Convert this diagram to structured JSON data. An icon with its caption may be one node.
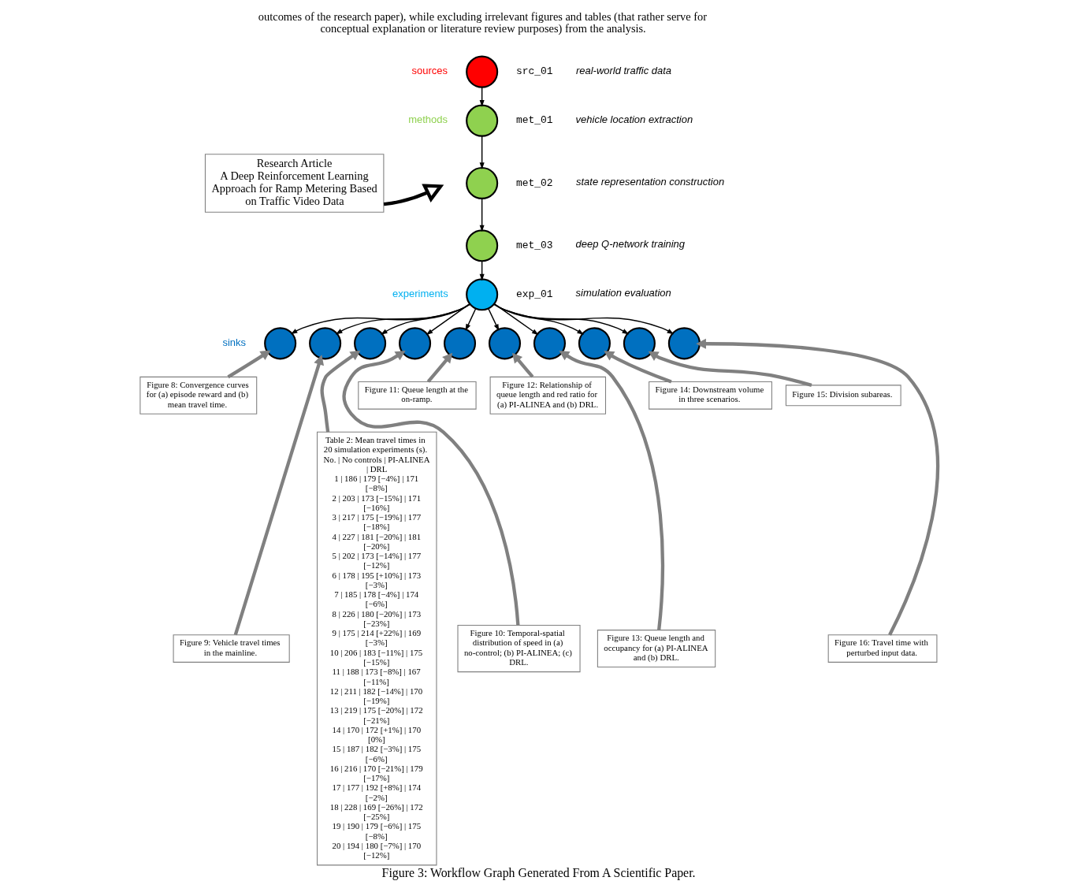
{
  "diagram": {
    "caption": "Figure 3: Workflow Graph Generated From A Scientific Paper.",
    "nodes": [
      {
        "text": [
          "Research Article",
          "A Deep Reinforcement Learning Approach for Ramp Metering Based on Traffic Video Data"
        ]
      },
      {
        "text": [],
        "shape": "circle",
        "beside": [
          "src_01",
          "real-world traffic data"
        ]
      },
      {
        "text": [],
        "shape": "circle",
        "beside": [
          "met_01",
          "vehicle location extraction"
        ]
      },
      {
        "text": [],
        "shape": "circle",
        "beside": [
          "met_02",
          "state representation construction"
        ]
      },
      {
        "text": [],
        "shape": "circle",
        "beside": [
          "met_03",
          "deep Q-network training"
        ]
      },
      {
        "text": [],
        "shape": "circle",
        "beside": [
          "exp_01",
          "simulation evaluation"
        ]
      },
      {
        "text": [],
        "shape": "circle"
      },
      {
        "text": [],
        "shape": "circle"
      },
      {
        "text": [],
        "shape": "circle"
      },
      {
        "text": [],
        "shape": "circle"
      },
      {
        "text": [],
        "shape": "circle"
      },
      {
        "text": [],
        "shape": "circle"
      },
      {
        "text": [],
        "shape": "circle"
      },
      {
        "text": [],
        "shape": "circle"
      },
      {
        "text": [],
        "shape": "circle"
      },
      {
        "text": [],
        "shape": "circle"
      },
      {
        "text": [
          "Figure 8: Convergence curves for (a) episode reward and (b) mean travel time."
        ]
      },
      {
        "text": [
          "Figure 11: Queue length at the on-ramp."
        ]
      },
      {
        "text": [
          "Figure 12: Relationship of queue length and red ratio for (a) PI-ALINEA and (b) DRL."
        ]
      },
      {
        "text": [
          "Figure 14: Downstream volume in three scenarios."
        ]
      },
      {
        "text": [
          "Figure 15: Division subareas."
        ]
      },
      {
        "text": [
          "Figure 9: Vehicle travel times in the mainline."
        ]
      },
      {
        "text": [
          "Table 2: Mean travel times in 20 simulation experiments (s).",
          "No. | No controls | PI-ALINEA | DRL",
          "1 | 186 | 179 [−4%] | 171 [−8%]",
          "2 | 203 | 173 [−15%] | 171 [−16%]",
          "3 | 217 | 175 [−19%] | 177 [−18%]",
          "4 | 227 | 181 [−20%] | 181 [−20%]",
          "5 | 202 | 173 [−14%] | 177 [−12%]",
          "6 | 178 | 195 [+10%] | 173 [−3%]",
          "7 | 185 | 178 [−4%] | 174 [−6%]",
          "8 | 226 | 180 [−20%] | 173 [−23%]",
          "9 | 175 | 214 [+22%] | 169 [−3%]",
          "10 | 206 | 183 [−11%] | 175 [−15%]",
          "11 | 188 | 173 [−8%] | 167 [−11%]",
          "12 | 211 | 182 [−14%] | 170 [−19%]",
          "13 | 219 | 175 [−20%] | 172 [−21%]",
          "14 | 170 | 172 [+1%] | 170 [0%]",
          "15 | 187 | 182 [−3%] | 175 [−6%]",
          "16 | 216 | 170 [−21%] | 179 [−17%]",
          "17 | 177 | 192 [+8%] | 174 [−2%]",
          "18 | 228 | 169 [−26%] | 172 [−25%]",
          "19 | 190 | 179 [−6%] | 175 [−8%]",
          "20 | 194 | 180 [−7%] | 170 [−12%]"
        ]
      },
      {
        "text": [
          "Figure 10: Temporal-spatial distribution of speed in (a) no-control; (b) PI-ALINEA; (c) DRL."
        ]
      },
      {
        "text": [
          "Figure 13: Queue length and occupancy for (a) PI-ALINEA and (b) DRL."
        ]
      },
      {
        "text": [
          "Figure 16: Travel time with perturbed input data."
        ]
      }
    ],
    "edges": [
      {
        "from": 0,
        "to": null,
        "arrow": "to",
        "style": "thick"
      },
      {
        "from": 1,
        "to": 2,
        "arrow": "to"
      },
      {
        "from": 2,
        "to": 3,
        "arrow": "to"
      },
      {
        "from": 3,
        "to": 4,
        "arrow": "to"
      },
      {
        "from": 4,
        "to": 5,
        "arrow": "to"
      },
      {
        "from": 5,
        "to": 6,
        "arrow": "to"
      },
      {
        "from": 5,
        "to": 7,
        "arrow": "to"
      },
      {
        "from": 5,
        "to": 8,
        "arrow": "to"
      },
      {
        "from": 5,
        "to": 9,
        "arrow": "to"
      },
      {
        "from": 5,
        "to": 10,
        "arrow": "to"
      },
      {
        "from": 5,
        "to": 11,
        "arrow": "to"
      },
      {
        "from": 5,
        "to": 12,
        "arrow": "to"
      },
      {
        "from": 5,
        "to": 13,
        "arrow": "to"
      },
      {
        "from": 5,
        "to": 14,
        "arrow": "to"
      },
      {
        "from": 5,
        "to": 15,
        "arrow": "to"
      },
      {
        "from": 16,
        "to": 6,
        "arrow": "to",
        "style": "thick",
        "color": "#808080"
      },
      {
        "from": 21,
        "to": 7,
        "arrow": "to",
        "style": "thick",
        "color": "#808080"
      },
      {
        "from": 22,
        "to": 8,
        "arrow": "to",
        "style": "thick",
        "color": "#808080"
      },
      {
        "from": 23,
        "to": 9,
        "arrow": "to",
        "style": "thick",
        "color": "#808080"
      },
      {
        "from": 17,
        "to": 10,
        "arrow": "to",
        "style": "thick",
        "color": "#808080"
      },
      {
        "from": 18,
        "to": 11,
        "arrow": "to",
        "style": "thick",
        "color": "#808080"
      },
      {
        "from": 24,
        "to": 12,
        "arrow": "to",
        "style": "thick",
        "color": "#808080"
      },
      {
        "from": 19,
        "to": 13,
        "arrow": "to",
        "style": "thick",
        "color": "#808080"
      },
      {
        "from": 20,
        "to": 14,
        "arrow": "to",
        "style": "thick",
        "color": "#808080"
      },
      {
        "from": 25,
        "to": 15,
        "arrow": "to",
        "style": "thick",
        "color": "#808080"
      }
    ],
    "labels": [
      "outcomes of the research paper), while excluding irrelevant figures and tables (that rather serve for conceptual explanation or literature review purposes) from the analysis.",
      "sources",
      "methods",
      "experiments",
      "sinks"
    ]
  }
}
